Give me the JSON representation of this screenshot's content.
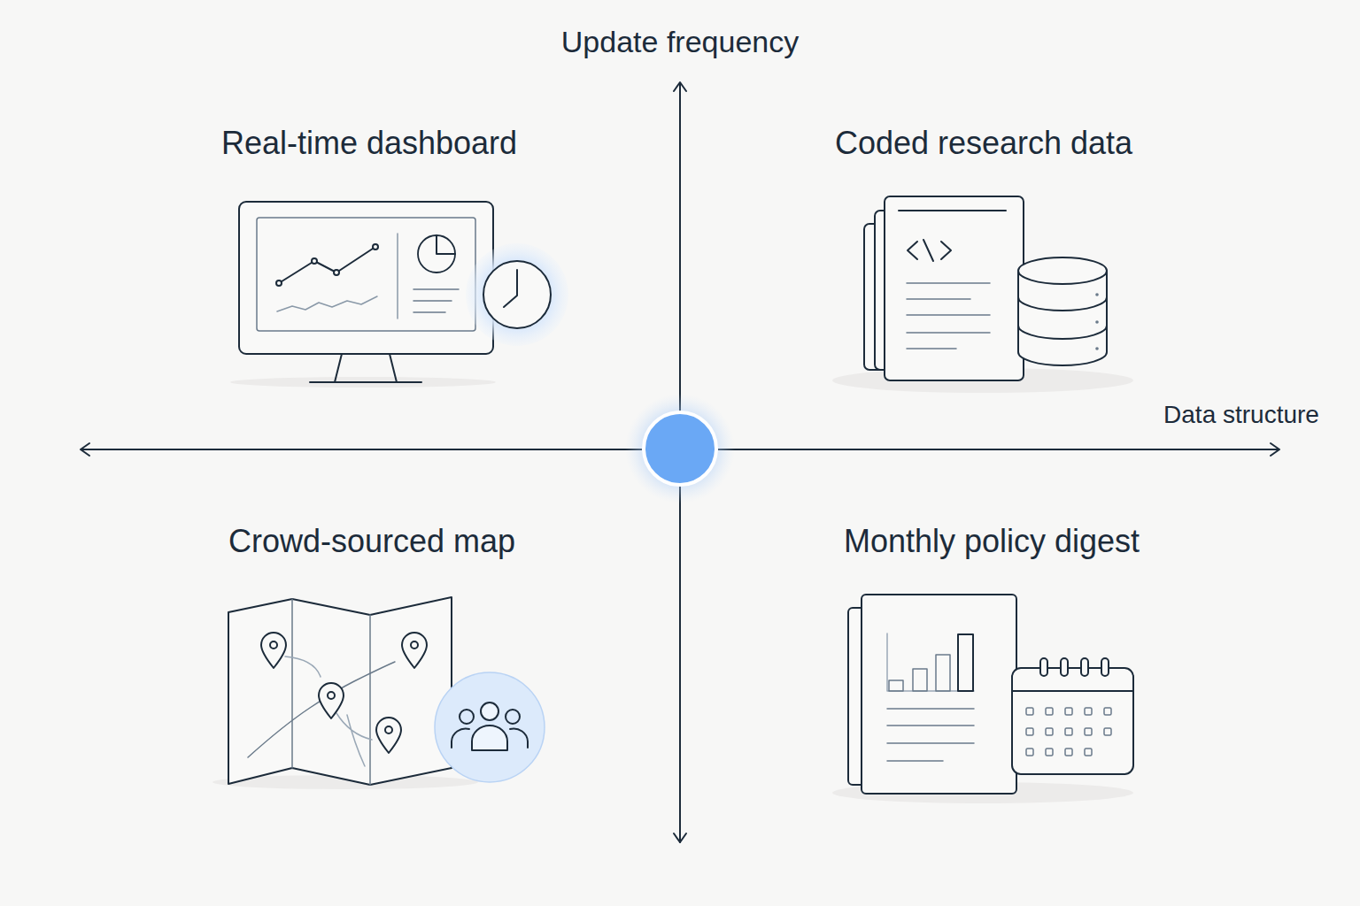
{
  "diagram": {
    "labels": [
      "Update frequency",
      "Real-time dashboard",
      "Coded research data",
      "Data structure",
      "Crowd-sourced map",
      "Monthly policy digest"
    ]
  }
}
